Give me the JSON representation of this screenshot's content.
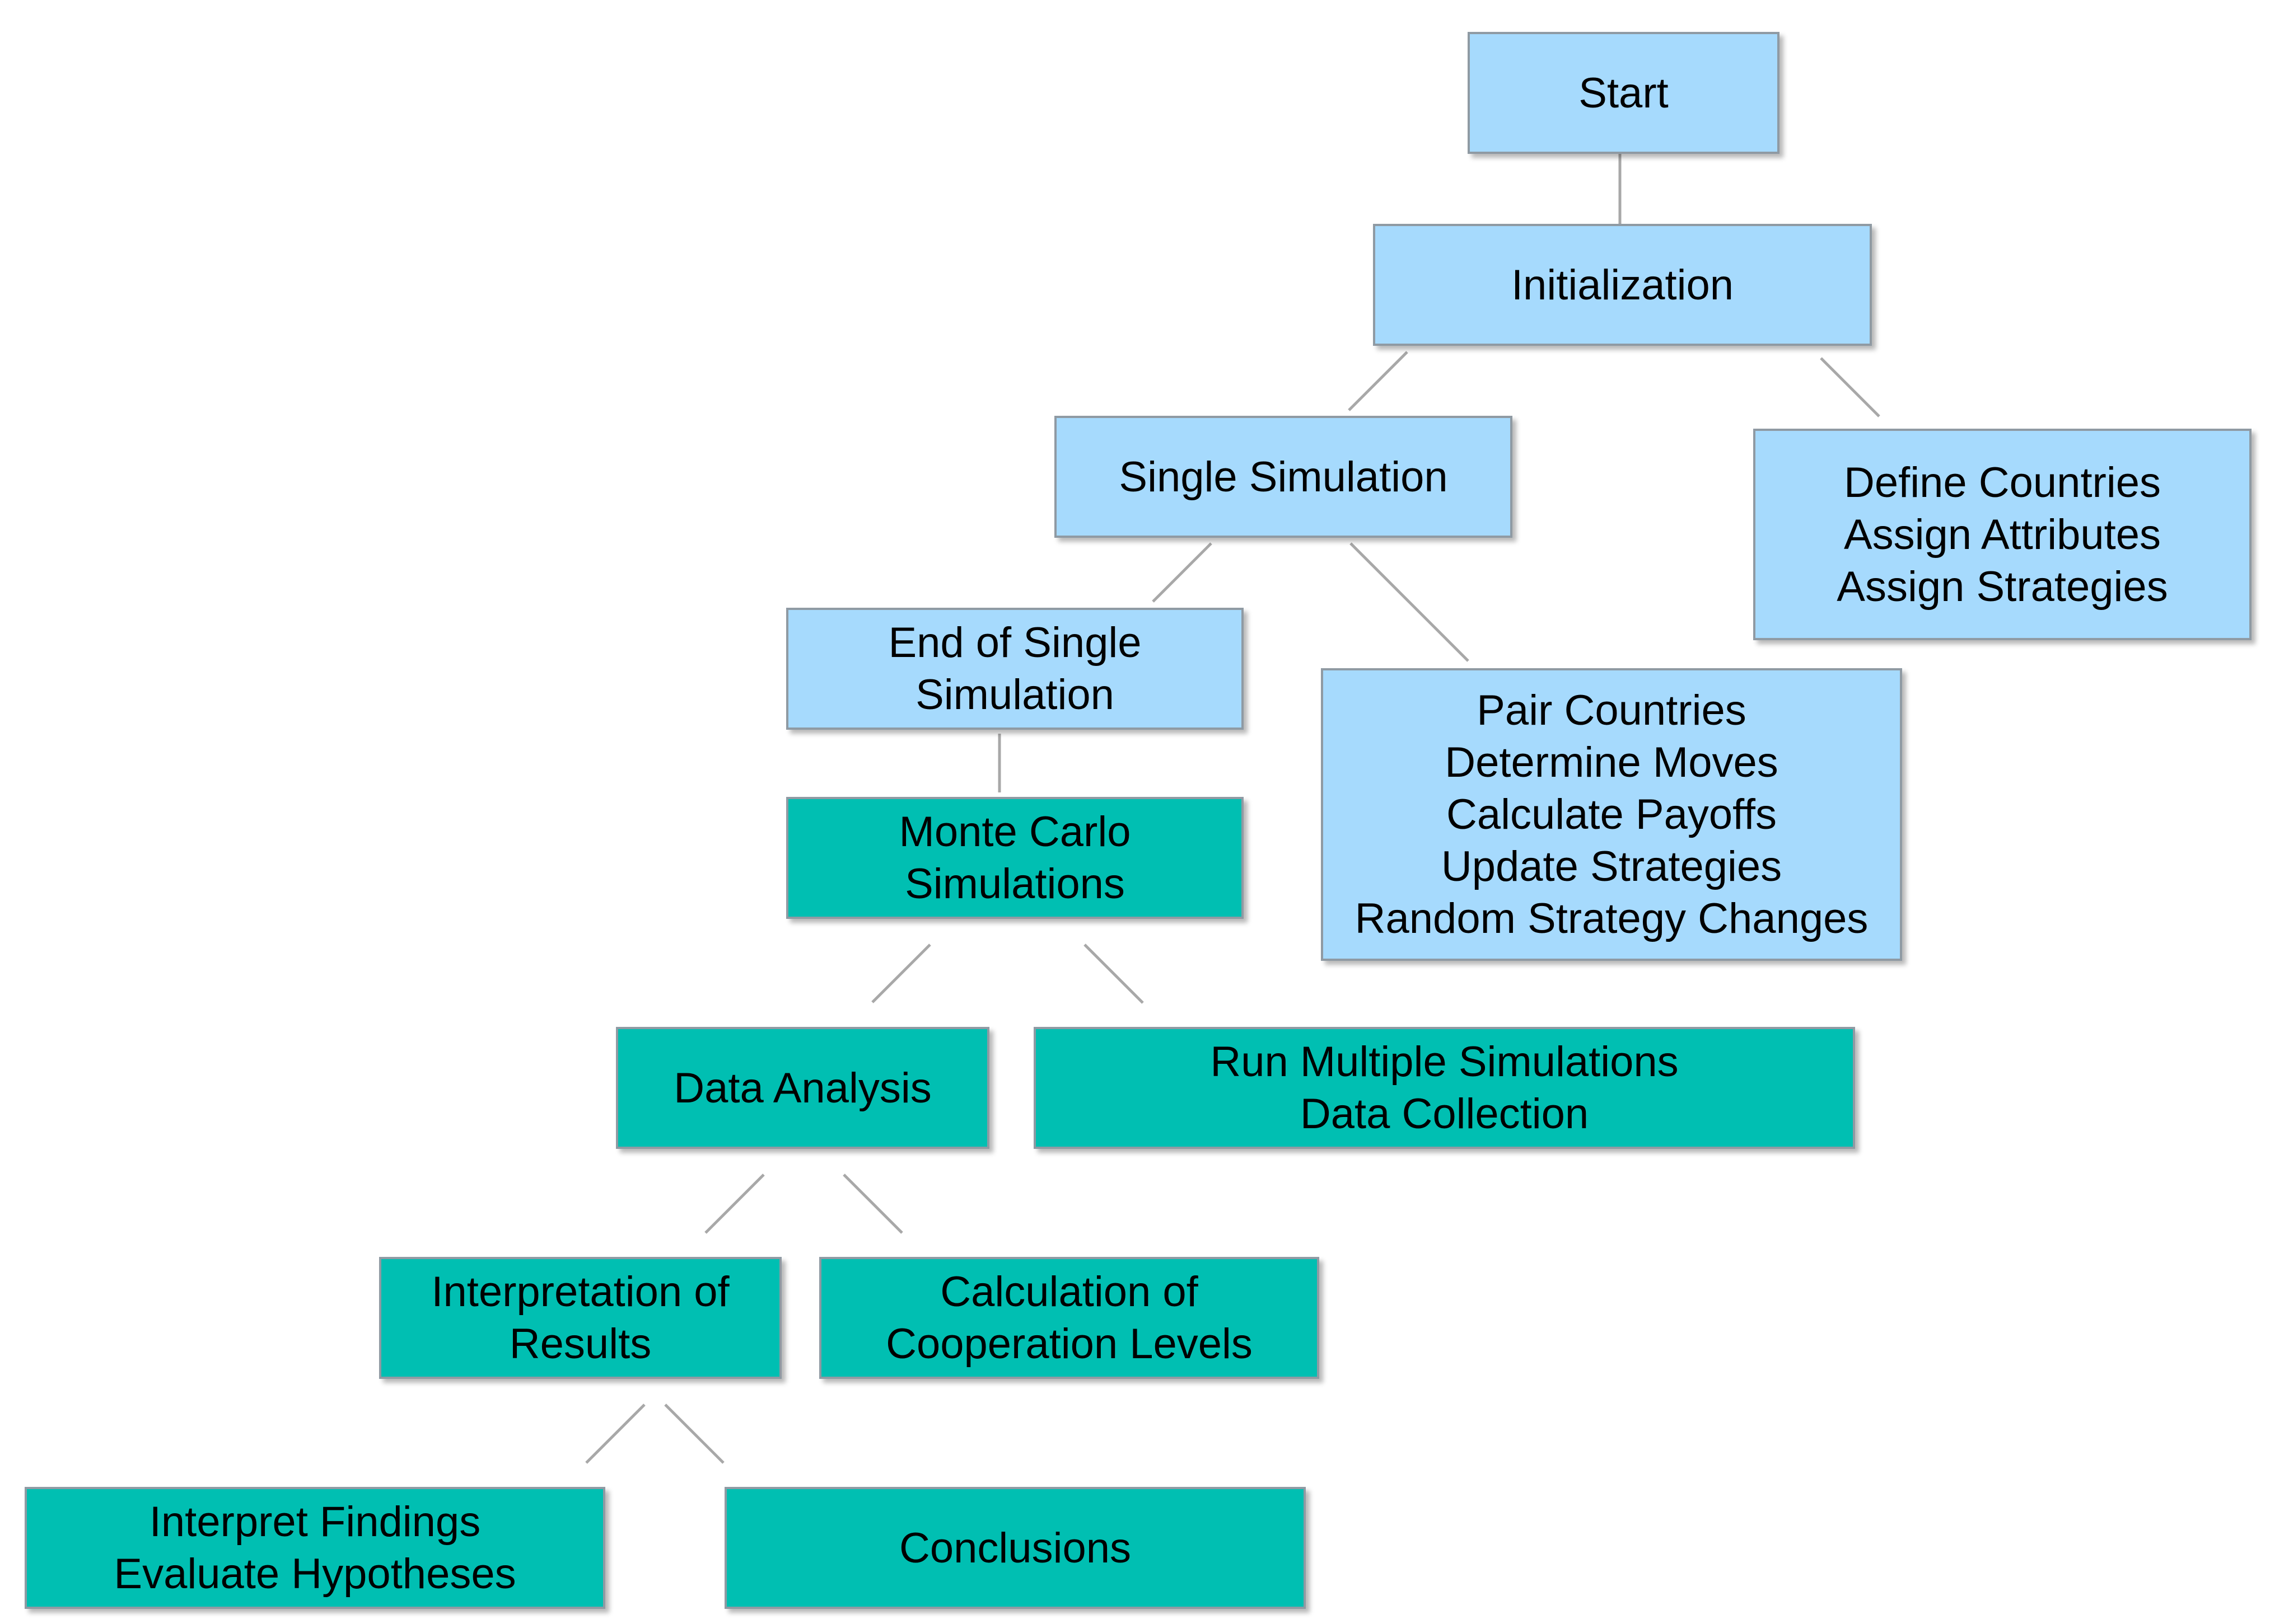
{
  "diagram": {
    "colors": {
      "light_blue": "#a6dafd",
      "teal": "#00bfb2",
      "connector": "#a8a8a8",
      "border": "#8f9aa3"
    },
    "nodes": {
      "start": {
        "lines": [
          "Start"
        ]
      },
      "initialization": {
        "lines": [
          "Initialization"
        ]
      },
      "single_simulation": {
        "lines": [
          "Single Simulation"
        ]
      },
      "define_countries": {
        "lines": [
          "Define Countries",
          "Assign Attributes",
          "Assign Strategies"
        ]
      },
      "end_of_single_simulation": {
        "lines": [
          "End of Single",
          "Simulation"
        ]
      },
      "pair_countries": {
        "lines": [
          "Pair Countries",
          "Determine Moves",
          "Calculate Payoffs",
          "Update Strategies",
          "Random Strategy Changes"
        ]
      },
      "monte_carlo": {
        "lines": [
          "Monte Carlo",
          "Simulations"
        ]
      },
      "data_analysis": {
        "lines": [
          "Data Analysis"
        ]
      },
      "run_multiple": {
        "lines": [
          "Run Multiple Simulations",
          "Data Collection"
        ]
      },
      "interpretation": {
        "lines": [
          "Interpretation of",
          "Results"
        ]
      },
      "calculation": {
        "lines": [
          "Calculation of",
          "Cooperation Levels"
        ]
      },
      "interpret_findings": {
        "lines": [
          "Interpret Findings",
          "Evaluate Hypotheses"
        ]
      },
      "conclusions": {
        "lines": [
          "Conclusions"
        ]
      }
    }
  }
}
